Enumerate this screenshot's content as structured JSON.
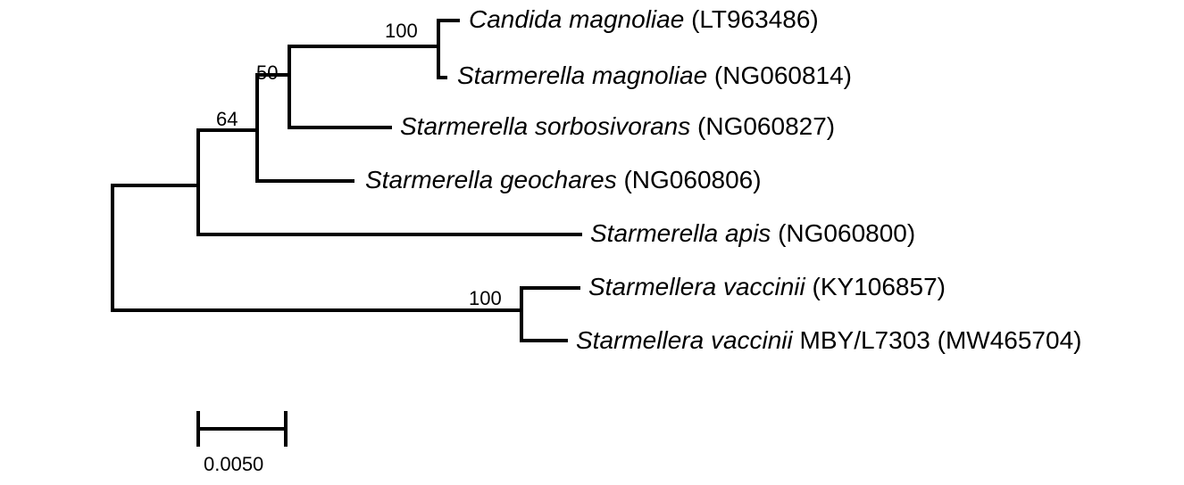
{
  "tree": {
    "taxa": [
      {
        "species": "Candida magnoliae",
        "extra": "",
        "accession": "(LT963486)"
      },
      {
        "species": "Starmerella magnoliae",
        "extra": "",
        "accession": "(NG060814)"
      },
      {
        "species": "Starmerella sorbosivorans",
        "extra": "",
        "accession": "(NG060827)"
      },
      {
        "species": "Starmerella geochares",
        "extra": "",
        "accession": "(NG060806)"
      },
      {
        "species": "Starmerella apis",
        "extra": "",
        "accession": "(NG060800)"
      },
      {
        "species": "Starmellera vaccinii",
        "extra": "",
        "accession": "(KY106857)"
      },
      {
        "species": "Starmellera vaccinii",
        "extra": " MBY/L7303",
        "accession": "(MW465704)"
      }
    ],
    "bootstrap": [
      {
        "node": "candida-starmerella-magnoliae",
        "value": "100"
      },
      {
        "node": "magnoliae-sorbosivorans",
        "value": "50"
      },
      {
        "node": "magnoliae-geochares",
        "value": "64"
      },
      {
        "node": "vaccinii",
        "value": "100"
      }
    ],
    "scale_bar": {
      "label": "0.0050"
    }
  }
}
